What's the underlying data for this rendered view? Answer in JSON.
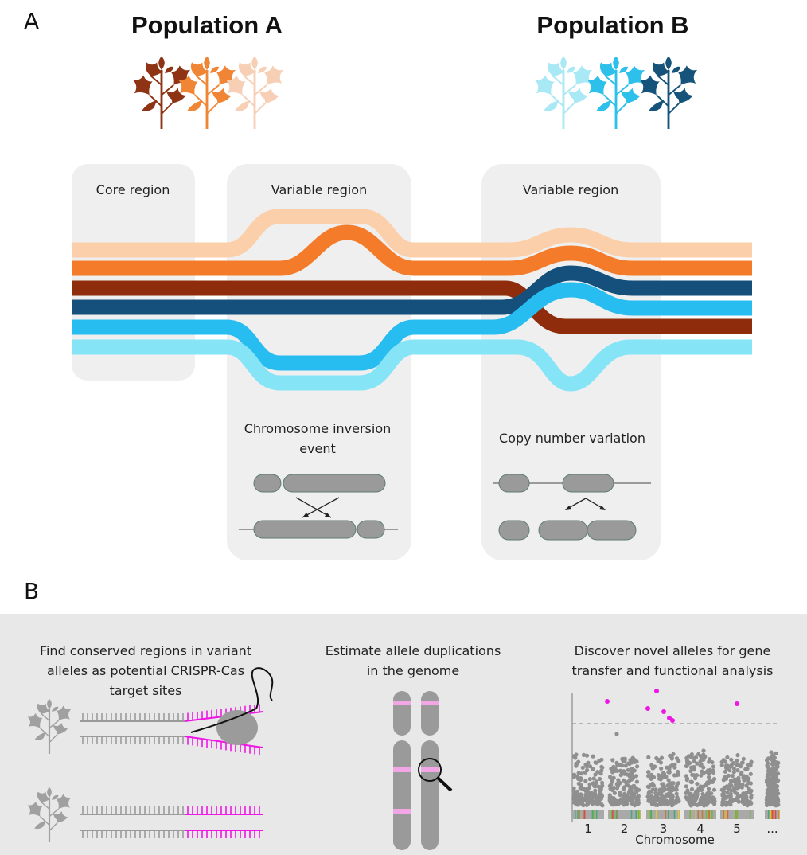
{
  "panelA": {
    "letter": "A",
    "populationA": {
      "title": "Population A",
      "plant_colors": [
        "#8e3414",
        "#f08535",
        "#f7cfb5"
      ]
    },
    "populationB": {
      "title": "Population B",
      "plant_colors": [
        "#a9e8f5",
        "#2cc0ea",
        "#15537a"
      ]
    },
    "regions": [
      {
        "label": "Core region"
      },
      {
        "label": "Variable region",
        "caption_lines": [
          "Chromosome inversion",
          "event"
        ]
      },
      {
        "label": "Variable region",
        "caption_lines": [
          "Copy number variation"
        ]
      }
    ],
    "haplotype_colors": [
      "#fbcfaa",
      "#f47b2a",
      "#8e2c0c",
      "#15507c",
      "#27bdf0",
      "#86e4f7"
    ]
  },
  "panelB": {
    "letter": "B",
    "left_caption": [
      "Find conserved regions in variant",
      "alleles as potential CRISPR-Cas",
      "target sites"
    ],
    "middle_caption": [
      "Estimate allele duplications",
      "in the genome"
    ],
    "right_caption": [
      "Discover novel alleles for gene",
      "transfer and functional analysis"
    ],
    "accent_color": "#ee17e6",
    "manhattan": {
      "xlabel": "Chromosome",
      "tick_labels": [
        "1",
        "2",
        "3",
        "4",
        "5",
        "..."
      ]
    }
  }
}
